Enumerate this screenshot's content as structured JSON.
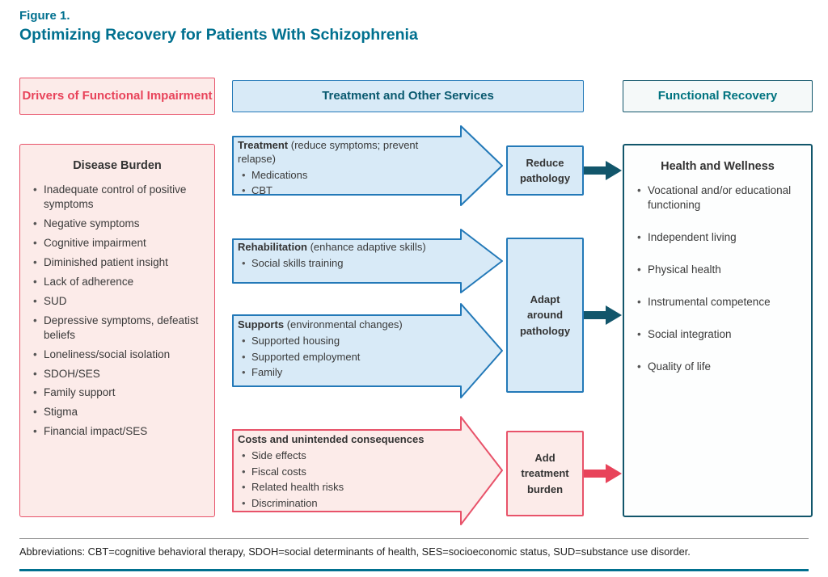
{
  "figure": {
    "label": "Figure 1.",
    "title": "Optimizing Recovery for Patients With Schizophrenia"
  },
  "headers": {
    "drivers": "Drivers of Functional Impairment",
    "treatment": "Treatment and Other Services",
    "recovery": "Functional Recovery"
  },
  "disease_burden": {
    "title": "Disease Burden",
    "items": [
      "Inadequate control of positive symptoms",
      "Negative symptoms",
      "Cognitive impairment",
      "Diminished patient insight",
      "Lack of adherence",
      "SUD",
      "Depressive symptoms, defeatist beliefs",
      "Loneliness/social isolation",
      "SDOH/SES",
      "Family support",
      "Stigma",
      "Financial impact/SES"
    ]
  },
  "arrows": [
    {
      "title": "Treatment",
      "subtitle": "(reduce symptoms; prevent relapse)",
      "items": [
        "Medications",
        "CBT"
      ]
    },
    {
      "title": "Rehabilitation",
      "subtitle": "(enhance adaptive skills)",
      "items": [
        "Social skills training"
      ]
    },
    {
      "title": "Supports",
      "subtitle": "(environmental changes)",
      "items": [
        "Supported housing",
        "Supported employment",
        "Family"
      ]
    },
    {
      "title": "Costs and unintended consequences",
      "subtitle": "",
      "items": [
        "Side effects",
        "Fiscal costs",
        "Related health risks",
        "Discrimination"
      ]
    }
  ],
  "outcome_boxes": [
    {
      "label": "Reduce pathology"
    },
    {
      "label": "Adapt around pathology"
    },
    {
      "label": "Add treatment burden"
    }
  ],
  "health_wellness": {
    "title": "Health and Wellness",
    "items": [
      "Vocational and/or educational functioning",
      "Independent living",
      "Physical health",
      "Instrumental competence",
      "Social integration",
      "Quality of life"
    ]
  },
  "footer": {
    "abbreviations": "Abbreviations: CBT=cognitive behavioral therapy, SDOH=social determinants of health, SES=socioeconomic status, SUD=substance use disorder."
  },
  "colors": {
    "teal_heading": "#00708F",
    "dark_teal": "#12566B",
    "blue_border": "#2379B8",
    "blue_fill": "#D8EAF7",
    "red_border": "#E8536A",
    "red_text": "#E8435A",
    "red_fill": "#FCEBE9"
  }
}
